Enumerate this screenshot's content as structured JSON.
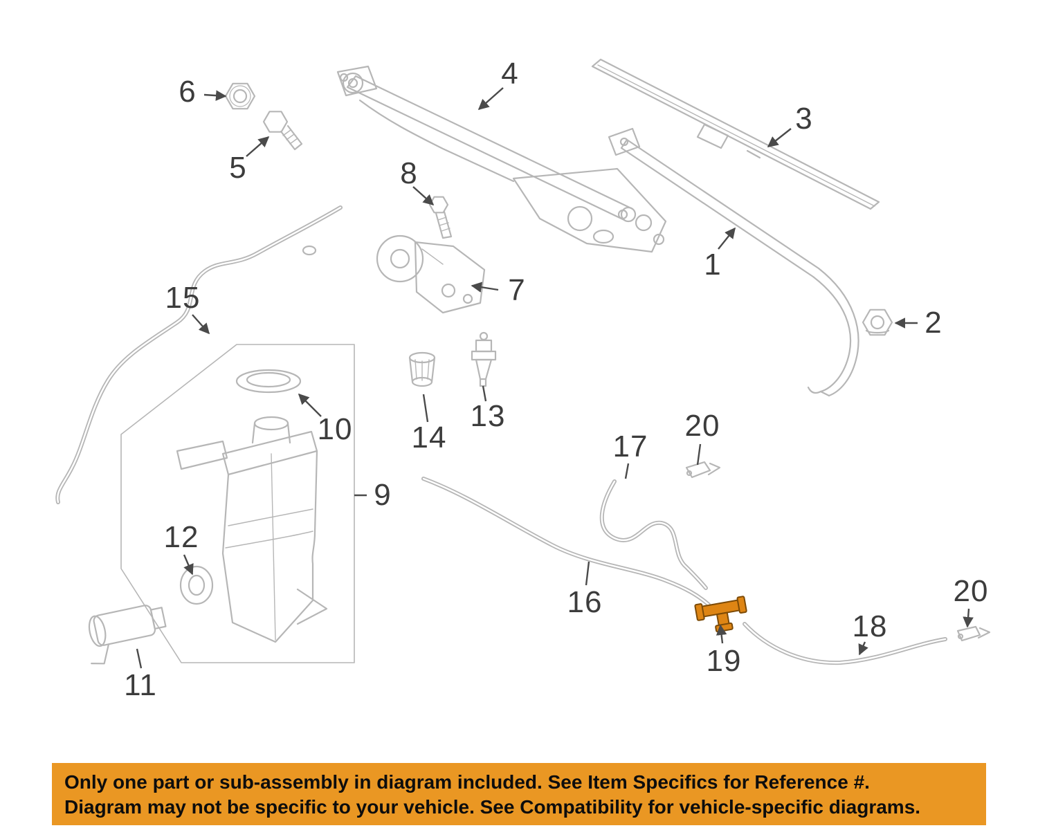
{
  "page": {
    "background": "#ffffff",
    "description": "Exploded parts diagram of windshield wiper and washer system with numbered callouts; part 19 (hose tee connector) highlighted in orange"
  },
  "diagram": {
    "line_color": "#b6b6b6",
    "callout_color": "#4a4a4a",
    "highlight_color": "#de8514",
    "highlighted_part": "19",
    "labels": [
      {
        "part": "1",
        "text": "1"
      },
      {
        "part": "2",
        "text": "2"
      },
      {
        "part": "3",
        "text": "3"
      },
      {
        "part": "4",
        "text": "4"
      },
      {
        "part": "5",
        "text": "5"
      },
      {
        "part": "6",
        "text": "6"
      },
      {
        "part": "7",
        "text": "7"
      },
      {
        "part": "8",
        "text": "8"
      },
      {
        "part": "9",
        "text": "9"
      },
      {
        "part": "10",
        "text": "10"
      },
      {
        "part": "11",
        "text": "11"
      },
      {
        "part": "12",
        "text": "12"
      },
      {
        "part": "13",
        "text": "13"
      },
      {
        "part": "14",
        "text": "14"
      },
      {
        "part": "15",
        "text": "15"
      },
      {
        "part": "16",
        "text": "16"
      },
      {
        "part": "17",
        "text": "17"
      },
      {
        "part": "18",
        "text": "18"
      },
      {
        "part": "19",
        "text": "19"
      },
      {
        "part": "20-left",
        "text": "20"
      },
      {
        "part": "20-right",
        "text": "20"
      }
    ]
  },
  "banner": {
    "background": "#ea9723",
    "text_color": "#0d0d0d",
    "line1": "Only one part or sub-assembly in diagram included. See Item Specifics for Reference #.",
    "line2": "Diagram may not be specific to your vehicle. See Compatibility for vehicle-specific diagrams."
  }
}
